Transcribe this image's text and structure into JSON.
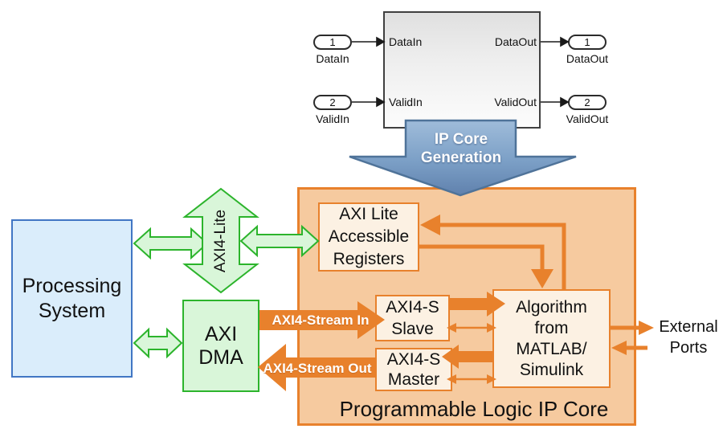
{
  "colors": {
    "orange": "#E8812C",
    "orange_container_fill": "#F6CA9F",
    "cream_box_fill": "#FCF1E3",
    "green": "#2CB42C",
    "green_fill": "#D9F6D9",
    "blue_box_border": "#4176C4",
    "blue_box_fill": "#DAEDFB",
    "steel_blue_arrow": "#6586B2",
    "connector_black": "#1A1A1A"
  },
  "simulink_model": {
    "inports": [
      {
        "number": "1",
        "name": "DataIn"
      },
      {
        "number": "2",
        "name": "ValidIn"
      }
    ],
    "outports": [
      {
        "number": "1",
        "name": "DataOut"
      },
      {
        "number": "2",
        "name": "ValidOut"
      }
    ],
    "block_port_labels": {
      "in1": "DataIn",
      "in2": "ValidIn",
      "out1": "DataOut",
      "out2": "ValidOut"
    }
  },
  "ip_core_generation_arrow": {
    "line1": "IP Core",
    "line2": "Generation"
  },
  "blocks": {
    "processing_system": {
      "line1": "Processing",
      "line2": "System"
    },
    "axi_dma": {
      "line1": "AXI",
      "line2": "DMA"
    },
    "axi_lite_registers": {
      "line1": "AXI Lite",
      "line2": "Accessible",
      "line3": "Registers"
    },
    "axi4s_slave": {
      "line1": "AXI4-S",
      "line2": "Slave"
    },
    "axi4s_master": {
      "line1": "AXI4-S",
      "line2": "Master"
    },
    "algorithm": {
      "line1": "Algorithm",
      "line2": "from",
      "line3": "MATLAB/",
      "line4": "Simulink"
    }
  },
  "labels": {
    "axi4_lite_bus": "AXI4-Lite",
    "stream_in": "AXI4-Stream In",
    "stream_out": "AXI4-Stream Out",
    "container": "Programmable Logic IP Core",
    "external_ports_line1": "External",
    "external_ports_line2": "Ports"
  }
}
